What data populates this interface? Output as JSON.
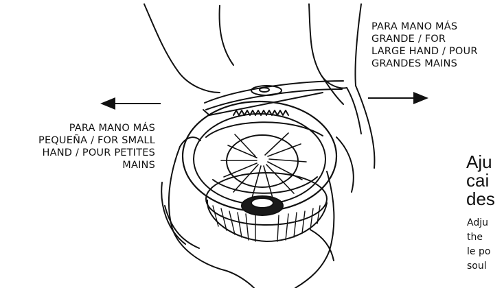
{
  "labels": {
    "larger_hand": "PARA MANO MÁS\nGRANDE / FOR\nLARGE HAND / POUR\nGRANDES MAINS",
    "smaller_hand": "PARA MANO MÁS\nPEQUEÑA / FOR SMALL\nHAND / POUR PETITES\nMAINS"
  },
  "heading_fragment": "Aju\ncai\ndes",
  "body_fragment": "Adju\nthe\nle po\nsoul",
  "icons": [
    "arrow-left-icon",
    "arrow-right-icon"
  ],
  "colors": {
    "ink": "#111111",
    "background": "#ffffff"
  }
}
